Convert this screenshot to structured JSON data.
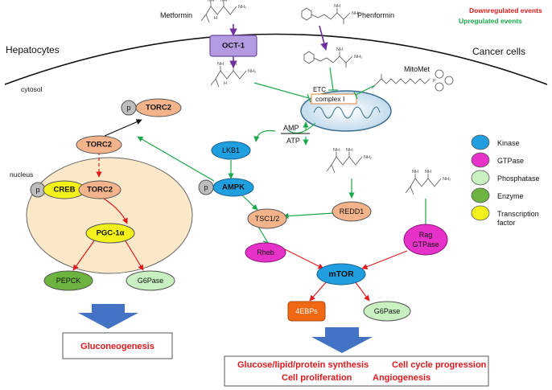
{
  "labels": {
    "downregulated": "Downregulated events",
    "upregulated": "Upregulated events",
    "hepatocytes": "Hepatocytes",
    "cancer_cells": "Cancer cells",
    "cytosol": "cytosol",
    "nucleus": "nucleus",
    "metformin": "Metformin",
    "phenformin": "Phenformin",
    "mitomet": "MitoMet",
    "etc": "ETC",
    "complex_i": "complex I",
    "amp": "AMP",
    "atp": "ATP"
  },
  "nodes": {
    "oct1": "OCT-1",
    "torc2_top": "TORC2",
    "torc2_mid": "TORC2",
    "torc2_nuc": "TORC2",
    "creb": "CREB",
    "pgc1a": "PGC-1α",
    "pepck": "PEPCK",
    "g6pase_left": "G6Pase",
    "lkb1": "LKB1",
    "ampk": "AMPK",
    "tsc": "TSC1/2",
    "redd1": "REDD1",
    "rheb": "Rheb",
    "mtor": "mTOR",
    "rag1": "Rag",
    "rag2": "GTPase",
    "ebp": "4EBPs",
    "g6pase_right": "G6Pase",
    "p": "p"
  },
  "legend": [
    {
      "label": "Kinase",
      "color": "#1f9fe0"
    },
    {
      "label": "GTPase",
      "color": "#e632c8"
    },
    {
      "label": "Phosphatase",
      "color": "#c8f0c0"
    },
    {
      "label": "Enzyme",
      "color": "#6db33f"
    },
    {
      "label": "Transcription",
      "color": "#f2f21a"
    }
  ],
  "legend_extra": "factor",
  "outcomes": {
    "left": "Gluconeogenesis",
    "right_1": "Glucose/lipid/protein synthesis",
    "right_2": "Cell cycle progression",
    "right_3": "Cell proliferation",
    "right_4": "Angiogenesis"
  },
  "colors": {
    "down": "#e0191c",
    "up": "#1aa84a",
    "kinase": "#1f9fe0",
    "gtpase": "#e632c8",
    "phosphatase": "#c8f0c0",
    "enzyme": "#6db33f",
    "tf": "#f2f21a",
    "torc": "#f3b48c",
    "oct": "#b49ae0",
    "arrow_blue": "#4472c4"
  }
}
